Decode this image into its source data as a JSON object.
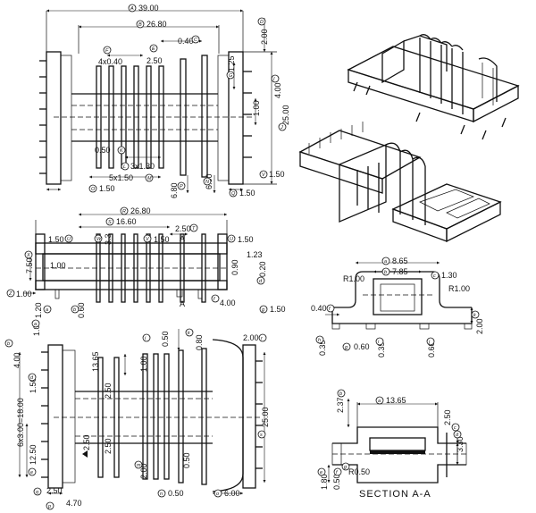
{
  "dimensions": {
    "A": "39.00",
    "B": "26.80",
    "C": "0.40",
    "D": "2.00",
    "E": "2.50",
    "F": "4x0.40",
    "G": "1.25",
    "H": "1.00",
    "I": "4.00",
    "J": "25.00",
    "K": "0.50",
    "L": "3x1.30",
    "M": "5x1.50",
    "N": "6.00",
    "O": "1.50",
    "P": "6.80",
    "Q": "1.50",
    "R": "26.80",
    "S": "16.60",
    "T": "2.50",
    "U": "1.50",
    "V": "1.50",
    "W": "3.3",
    "X": "7.50",
    "Y": "1.00",
    "Z": "1.00",
    "AA": "1.20",
    "AB": "0.60",
    "AC": "1.23",
    "AD": "0.20",
    "AE": "0.90",
    "AF": "4.00",
    "AG": "1.50",
    "BA": "8.65",
    "BB": "7.85",
    "BC": "1.30",
    "BD": "R1.00",
    "BE": "R1.00",
    "BF": "0.40",
    "BG": "0.60",
    "BH": "0.35",
    "BI": "0.35",
    "BJ": "0.60",
    "BK": "2.00",
    "CA": "1.00",
    "CB": "4.00",
    "CC": "6x3.00=18.00",
    "CD": "1.50",
    "CE": "12.50",
    "CF": "13.65",
    "CG": "2.50",
    "CH": "2.50",
    "CI": "1.00",
    "CJ": "0.50",
    "CK": "0.80",
    "CL": "2.50",
    "CM": "2.00",
    "CN": "0.50",
    "CO": "6.00",
    "CP": "4.70",
    "CQ": "2.50",
    "CR": "2.00",
    "CS": "25.00",
    "CT": "0.50",
    "DA": "13.65",
    "DB": "2.37",
    "DC": "2.50",
    "DD": "3.30",
    "DE": "1.80",
    "DF": "0.50",
    "DG": "R0.50"
  },
  "section_label": "SECTION  A-A",
  "cut_marks": {
    "left": "A",
    "right": "A"
  }
}
